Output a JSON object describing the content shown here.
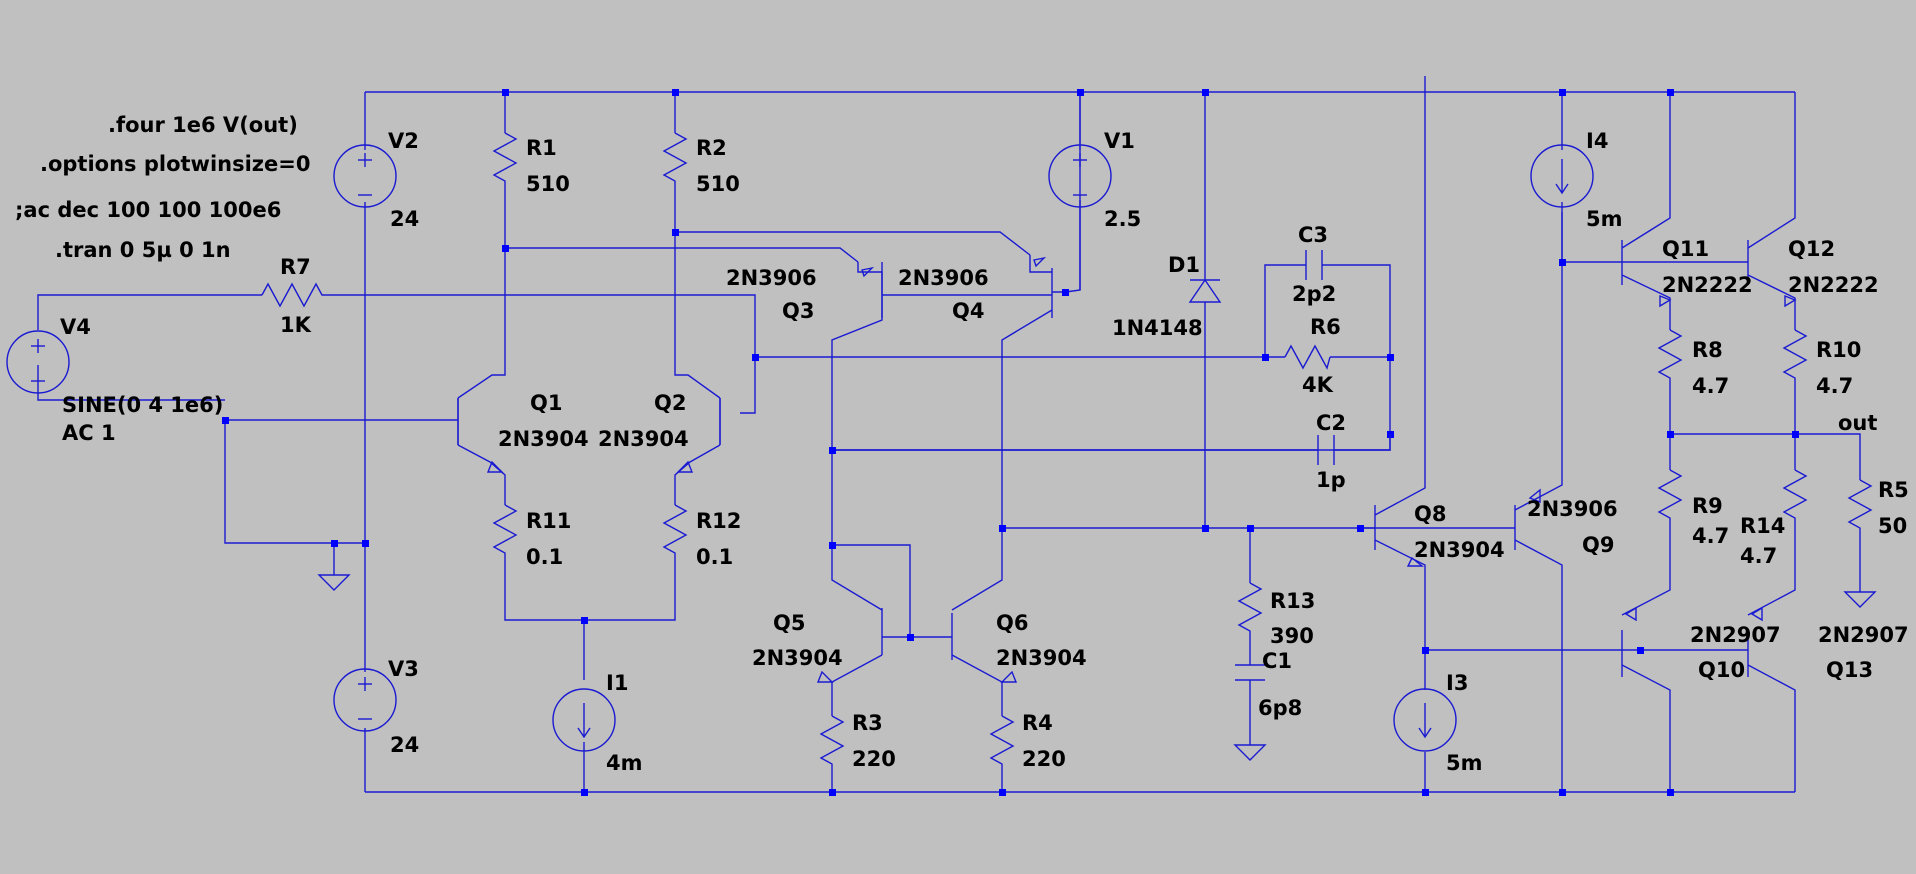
{
  "directives": [
    ".four 1e6 V(out)",
    ".options plotwinsize=0",
    ";ac dec 100 100 100e6",
    ".tran 0 5µ 0 1n"
  ],
  "sources": {
    "V1": {
      "name": "V1",
      "value": "2.5"
    },
    "V2": {
      "name": "V2",
      "value": "24"
    },
    "V3": {
      "name": "V3",
      "value": "24"
    },
    "V4": {
      "name": "V4",
      "value1": "SINE(0 4 1e6)",
      "value2": "AC 1"
    },
    "I1": {
      "name": "I1",
      "value": "4m"
    },
    "I3": {
      "name": "I3",
      "value": "5m"
    },
    "I4": {
      "name": "I4",
      "value": "5m"
    }
  },
  "resistors": {
    "R1": {
      "name": "R1",
      "value": "510"
    },
    "R2": {
      "name": "R2",
      "value": "510"
    },
    "R3": {
      "name": "R3",
      "value": "220"
    },
    "R4": {
      "name": "R4",
      "value": "220"
    },
    "R5": {
      "name": "R5",
      "value": "50"
    },
    "R6": {
      "name": "R6",
      "value": "4K"
    },
    "R7": {
      "name": "R7",
      "value": "1K"
    },
    "R8": {
      "name": "R8",
      "value": "4.7"
    },
    "R9": {
      "name": "R9",
      "value": "4.7"
    },
    "R10": {
      "name": "R10",
      "value": "4.7"
    },
    "R11": {
      "name": "R11",
      "value": "0.1"
    },
    "R12": {
      "name": "R12",
      "value": "0.1"
    },
    "R13": {
      "name": "R13",
      "value": "390"
    },
    "R14": {
      "name": "R14",
      "value": "4.7"
    }
  },
  "capacitors": {
    "C1": {
      "name": "C1",
      "value": "6p8"
    },
    "C2": {
      "name": "C2",
      "value": "1p"
    },
    "C3": {
      "name": "C3",
      "value": "2p2"
    }
  },
  "diodes": {
    "D1": {
      "name": "D1",
      "value": "1N4148"
    }
  },
  "transistors": {
    "Q1": {
      "name": "Q1",
      "model": "2N3904"
    },
    "Q2": {
      "name": "Q2",
      "model": "2N3904"
    },
    "Q3": {
      "name": "Q3",
      "model": "2N3906"
    },
    "Q4": {
      "name": "Q4",
      "model": "2N3906"
    },
    "Q5": {
      "name": "Q5",
      "model": "2N3904"
    },
    "Q6": {
      "name": "Q6",
      "model": "2N3904"
    },
    "Q8": {
      "name": "Q8",
      "model": "2N3904"
    },
    "Q9": {
      "name": "Q9",
      "model": "2N3906"
    },
    "Q10": {
      "name": "Q10",
      "model": "2N2907"
    },
    "Q11": {
      "name": "Q11",
      "model": "2N2222"
    },
    "Q12": {
      "name": "Q12",
      "model": "2N2222"
    },
    "Q13": {
      "name": "Q13",
      "model": "2N2907"
    }
  },
  "nets": {
    "out": "out"
  }
}
